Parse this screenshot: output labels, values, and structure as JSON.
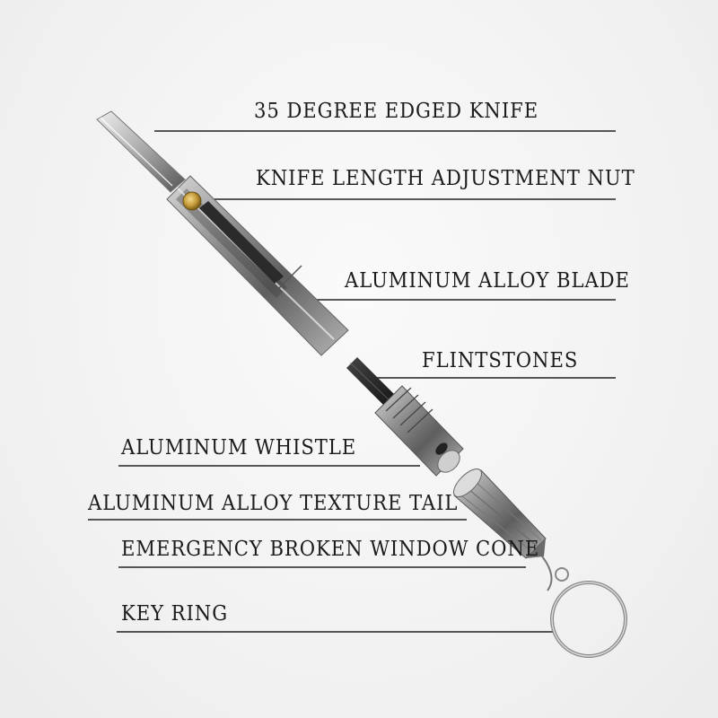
{
  "labels": {
    "knife": "35 DEGREE EDGED KNIFE",
    "nut": "KNIFE LENGTH ADJUSTMENT NUT",
    "blade": "ALUMINUM ALLOY BLADE",
    "flint": "FLINTSTONES",
    "whistle": "ALUMINUM WHISTLE",
    "tail": "ALUMINUM ALLOY TEXTURE TAIL",
    "cone": "EMERGENCY BROKEN WINDOW CONE",
    "ring": "KEY RING"
  },
  "colors": {
    "background": "#f4f4f4",
    "text": "#1c1c1c",
    "metal": "#9a9a9a",
    "brass": "#c8a040"
  }
}
